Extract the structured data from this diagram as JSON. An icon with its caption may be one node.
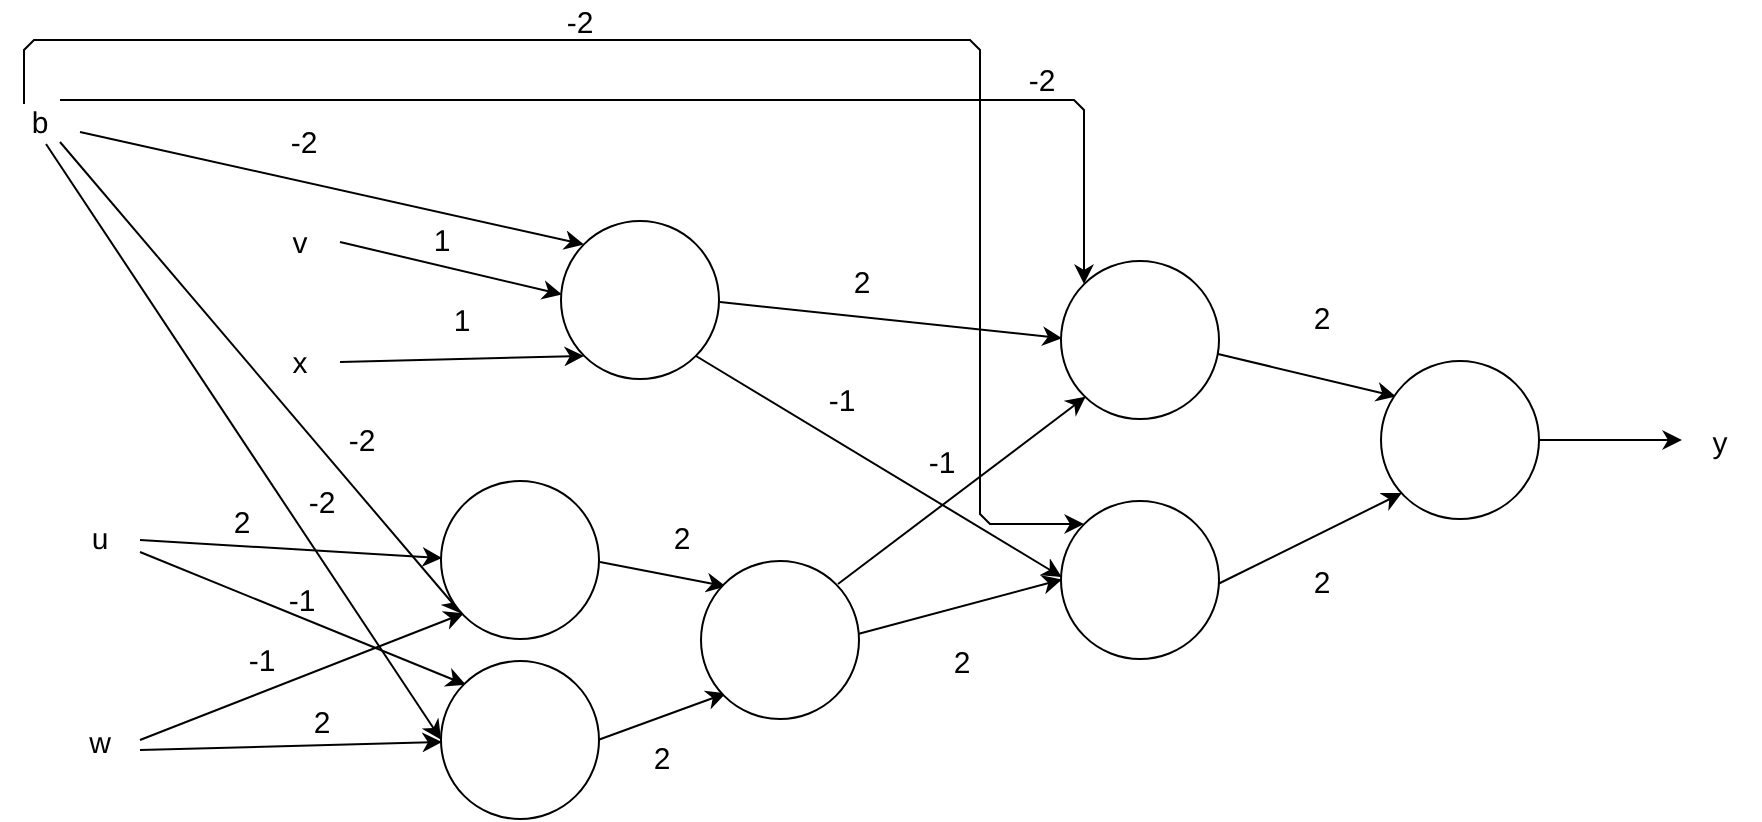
{
  "diagram": {
    "nodes": [
      {
        "text": [
          "b"
        ]
      },
      {
        "text": [
          "v"
        ]
      },
      {
        "text": [
          "x"
        ]
      },
      {
        "text": [
          "u"
        ]
      },
      {
        "text": [
          "w"
        ]
      },
      {
        "text": [],
        "shape": "circle"
      },
      {
        "text": [],
        "shape": "circle"
      },
      {
        "text": [],
        "shape": "circle"
      },
      {
        "text": [],
        "shape": "circle"
      },
      {
        "text": [],
        "shape": "circle"
      },
      {
        "text": [],
        "shape": "circle"
      },
      {
        "text": [],
        "shape": "circle"
      },
      {
        "text": [
          "y"
        ]
      }
    ],
    "edges": [
      {
        "from": 0,
        "to": 5,
        "arrow": "to",
        "label": "-2"
      },
      {
        "from": 1,
        "to": 5,
        "arrow": "to",
        "label": "1"
      },
      {
        "from": 2,
        "to": 5,
        "arrow": "to",
        "label": "1"
      },
      {
        "from": 0,
        "to": 6,
        "arrow": "to",
        "label": "-2"
      },
      {
        "from": 0,
        "to": 7,
        "arrow": "to",
        "label": "-2"
      },
      {
        "from": 3,
        "to": 6,
        "arrow": "to",
        "label": "2"
      },
      {
        "from": 3,
        "to": 7,
        "arrow": "to",
        "label": "-1"
      },
      {
        "from": 4,
        "to": 6,
        "arrow": "to",
        "label": "-1"
      },
      {
        "from": 4,
        "to": 7,
        "arrow": "to",
        "label": "2"
      },
      {
        "from": 0,
        "to": 10,
        "arrow": "to",
        "label": "-2"
      },
      {
        "from": 0,
        "to": 9,
        "arrow": "to",
        "label": "-2"
      },
      {
        "from": 5,
        "to": 9,
        "arrow": "to",
        "label": "2"
      },
      {
        "from": 5,
        "to": 10,
        "arrow": "to",
        "label": "-1"
      },
      {
        "from": 8,
        "to": 9,
        "arrow": "to",
        "label": "-1"
      },
      {
        "from": 8,
        "to": 10,
        "arrow": "to",
        "label": "2"
      },
      {
        "from": 6,
        "to": 8,
        "arrow": "to",
        "label": "2"
      },
      {
        "from": 7,
        "to": 8,
        "arrow": "to",
        "label": "2"
      },
      {
        "from": 9,
        "to": 11,
        "arrow": "to",
        "label": "2"
      },
      {
        "from": 10,
        "to": 11,
        "arrow": "to",
        "label": "2"
      },
      {
        "from": 11,
        "to": 12,
        "arrow": "to"
      }
    ]
  }
}
